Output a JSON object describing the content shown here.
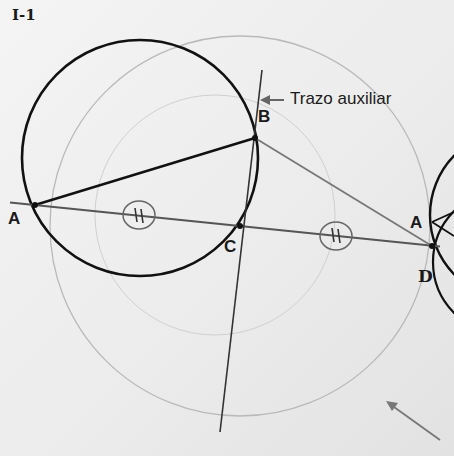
{
  "diagram": {
    "labels": [
      "I-1",
      "Trazo auxiliar",
      "B",
      "A",
      "C",
      "A",
      "D"
    ]
  }
}
